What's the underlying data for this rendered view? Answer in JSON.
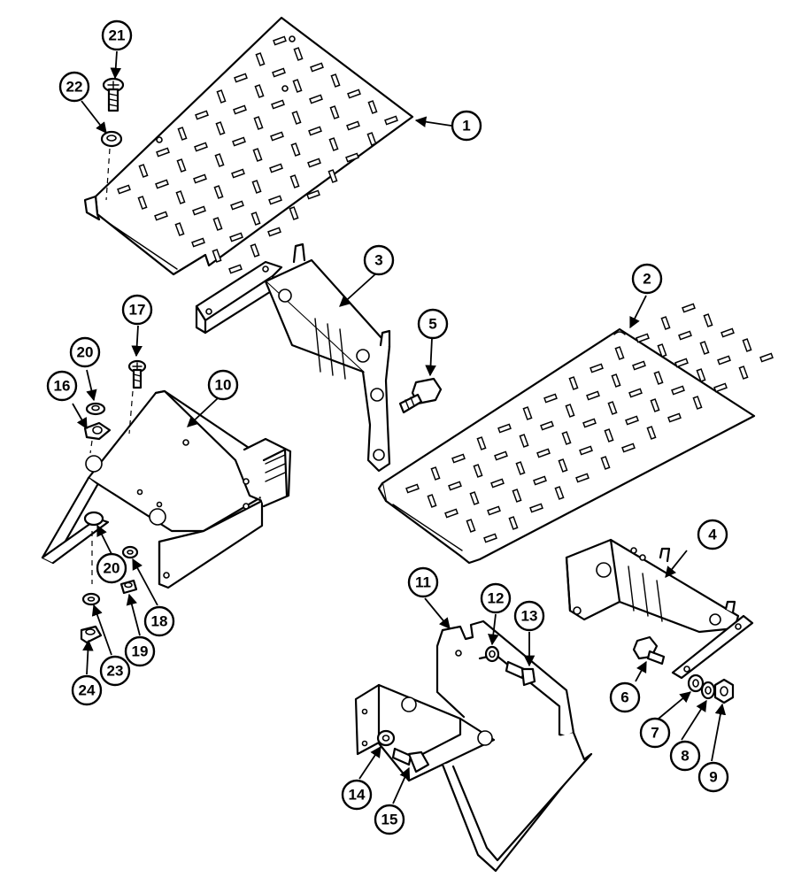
{
  "callouts": {
    "c1": "1",
    "c2": "2",
    "c3": "3",
    "c4": "4",
    "c5": "5",
    "c6": "6",
    "c7": "7",
    "c8": "8",
    "c9": "9",
    "c10": "10",
    "c11": "11",
    "c12": "12",
    "c13": "13",
    "c14": "14",
    "c15": "15",
    "c16": "16",
    "c17": "17",
    "c18": "18",
    "c19": "19",
    "c20a": "20",
    "c20b": "20",
    "c21": "21",
    "c22": "22",
    "c23": "23",
    "c24": "24"
  }
}
